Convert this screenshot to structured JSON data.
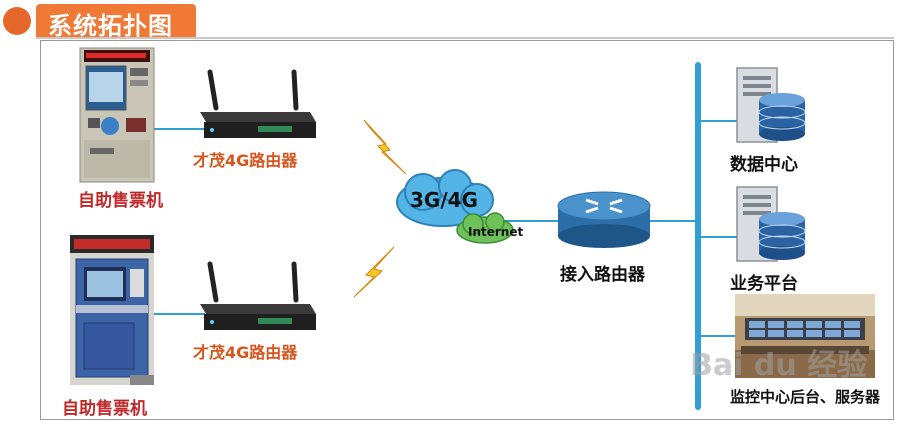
{
  "title": "系统拓扑图",
  "kiosk_label": "自助售票机",
  "router_label": "才茂4G路由器",
  "cloud_label": "3G/4G",
  "internet_label": "Internet",
  "access_router_label": "接入路由器",
  "servers": {
    "data_center": "数据中心",
    "business_platform": "业务平台",
    "monitoring": "监控中心后台、服务器"
  },
  "ellipsis": "……",
  "watermark": "Bai du 经验",
  "colors": {
    "title_bg": "#f07a35",
    "label_orange": "#d9541b",
    "label_red": "#c0282a",
    "link_blue": "#2f9fd4"
  }
}
